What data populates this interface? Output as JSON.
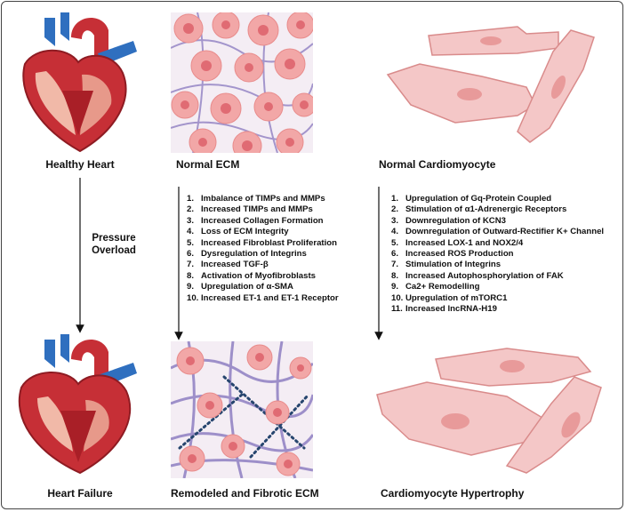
{
  "labels": {
    "healthy_heart": "Healthy Heart",
    "normal_ecm": "Normal ECM",
    "normal_cardiomyocyte": "Normal Cardiomyocyte",
    "pressure_overload": "Pressure Overload",
    "heart_failure": "Heart Failure",
    "remodeled_ecm": "Remodeled and Fibrotic ECM",
    "cardiomyocyte_hypertrophy": "Cardiomyocyte Hypertrophy"
  },
  "ecm_changes": [
    {
      "num": "1.",
      "text": "Imbalance of TIMPs and MMPs"
    },
    {
      "num": "2.",
      "text": "Increased TIMPs and MMPs"
    },
    {
      "num": "3.",
      "text": "Increased Collagen Formation"
    },
    {
      "num": "4.",
      "text": "Loss of ECM Integrity"
    },
    {
      "num": "5.",
      "text": "Increased Fibroblast Proliferation"
    },
    {
      "num": "6.",
      "text": "Dysregulation of Integrins"
    },
    {
      "num": "7.",
      "text": "Increased TGF-β"
    },
    {
      "num": "8.",
      "text": "Activation of Myofibroblasts"
    },
    {
      "num": "9.",
      "text": "Upregulation of α-SMA"
    },
    {
      "num": "10.",
      "text": "Increased ET-1 and ET-1 Receptor"
    }
  ],
  "cardiomyocyte_changes": [
    {
      "num": "1.",
      "text": "Upregulation of Gq-Protein Coupled"
    },
    {
      "num": "2.",
      "text": "Stimulation of α1-Adrenergic Receptors"
    },
    {
      "num": "3.",
      "text": "Downregulation of KCN3"
    },
    {
      "num": "4.",
      "text": "Downregulation of Outward-Rectifier K+ Channel"
    },
    {
      "num": "5.",
      "text": "Increased LOX-1 and NOX2/4"
    },
    {
      "num": "6.",
      "text": "Increased ROS Production"
    },
    {
      "num": "7.",
      "text": "Stimulation of Integrins"
    },
    {
      "num": "8.",
      "text": "Increased Autophosphorylation of FAK"
    },
    {
      "num": "9.",
      "text": "Ca2+ Remodelling"
    },
    {
      "num": "10.",
      "text": "Upregulation of mTORC1"
    },
    {
      "num": "11.",
      "text": "Increased lncRNA-H19"
    }
  ],
  "colors": {
    "heart_red": "#c62f36",
    "heart_dark": "#8e1b22",
    "aorta_blue": "#2f6fbf",
    "ecm_bg": "#f4edf4",
    "cell_pink": "#f2a7a7",
    "cell_nucleus": "#e06b73",
    "collagen_purple": "#8f7fc2",
    "myocyte_pink": "#f4c7c7",
    "myocyte_stroke": "#d98b8b"
  }
}
